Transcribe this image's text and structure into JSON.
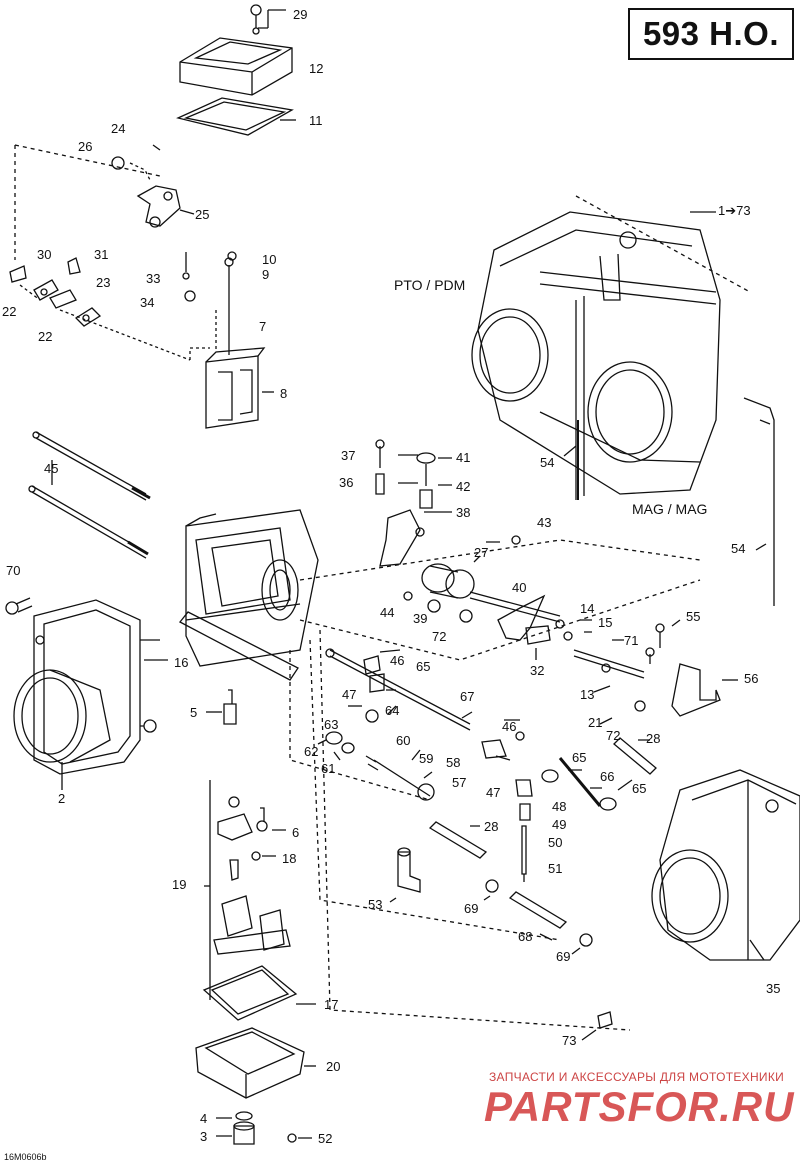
{
  "title_badge": "593 H.O.",
  "region_labels": {
    "pto": "PTO / PDM",
    "mag": "MAG / MAG"
  },
  "part_numbers": {
    "p29": "29",
    "p12": "12",
    "p11": "11",
    "p24": "24",
    "p26": "26",
    "p25": "25",
    "p1_73": "1➔73",
    "p30": "30",
    "p31": "31",
    "p23": "23",
    "p22a": "22",
    "p22b": "22",
    "p33": "33",
    "p34": "34",
    "p10": "10",
    "p9": "9",
    "p7": "7",
    "p8": "8",
    "p45": "45",
    "p70": "70",
    "p16": "16",
    "p2": "2",
    "p5": "5",
    "p37": "37",
    "p36": "36",
    "p41": "41",
    "p42": "42",
    "p38": "38",
    "p43": "43",
    "p27": "27",
    "p40": "40",
    "p44": "44",
    "p39": "39",
    "p72a": "72",
    "p32": "32",
    "p14": "14",
    "p15": "15",
    "p71": "71",
    "p55": "55",
    "p56": "56",
    "p13": "13",
    "p21": "21",
    "p72b": "72",
    "p28a": "28",
    "p46a": "46",
    "p65a": "65",
    "p47a": "47",
    "p64": "64",
    "p67": "67",
    "p63": "63",
    "p62": "62",
    "p61": "61",
    "p60": "60",
    "p59": "59",
    "p58": "58",
    "p57": "57",
    "p46b": "46",
    "p47b": "47",
    "p65b": "65",
    "p66": "66",
    "p65c": "65",
    "p48": "48",
    "p49": "49",
    "p50": "50",
    "p51": "51",
    "p28b": "28",
    "p6": "6",
    "p18": "18",
    "p19": "19",
    "p53": "53",
    "p69a": "69",
    "p68": "68",
    "p69b": "69",
    "p35": "35",
    "p17": "17",
    "p20": "20",
    "p73": "73",
    "p4": "4",
    "p3": "3",
    "p52": "52",
    "p54a": "54",
    "p54b": "54"
  },
  "watermark": {
    "caption": "ЗАПЧАСТИ И АКСЕССУАРЫ ДЛЯ МОТОТЕХНИКИ",
    "logo": "PARTSFOR.RU"
  },
  "document_id": "16M0606b"
}
